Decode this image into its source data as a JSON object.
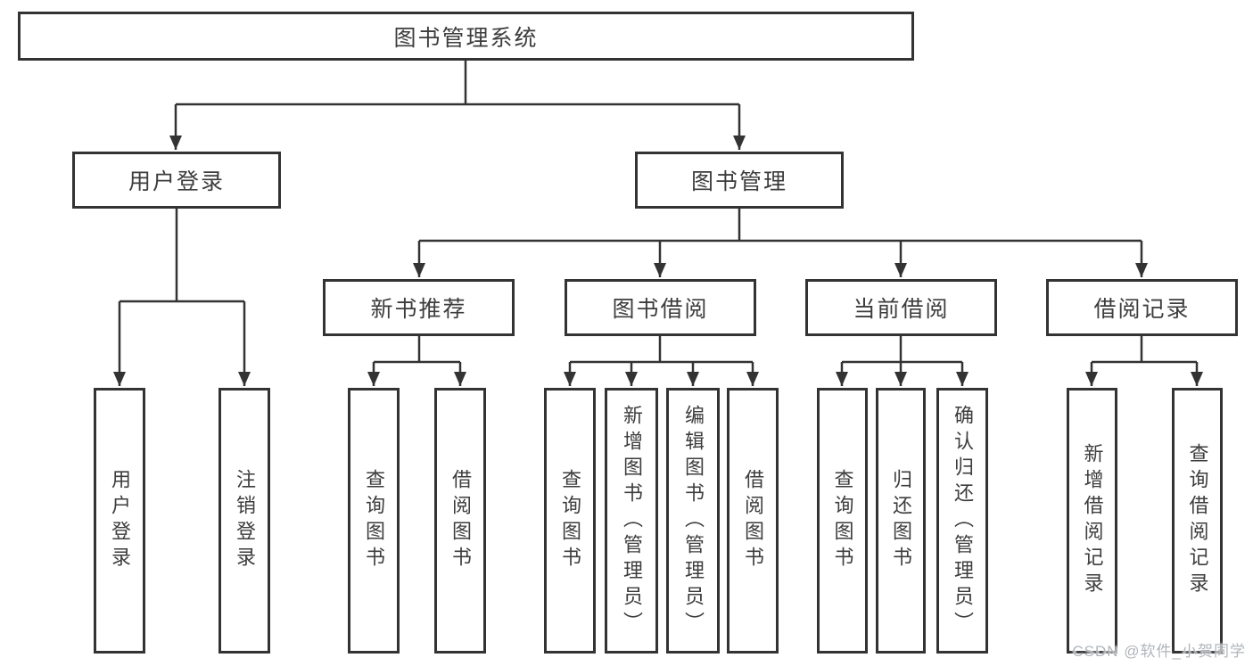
{
  "nodes": {
    "root": "图书管理系统",
    "user_login": "用户登录",
    "book_mgmt": "图书管理",
    "new_books": "新书推荐",
    "book_borrow": "图书借阅",
    "current_borrow": "当前借阅",
    "borrow_records": "借阅记录"
  },
  "leaves": {
    "user_login": [
      "用户登录",
      "注销登录"
    ],
    "new_books": [
      "查询图书",
      "借阅图书"
    ],
    "book_borrow": [
      "查询图书",
      "新增图书（管理员）",
      "编辑图书（管理员）",
      "借阅图书"
    ],
    "current_borrow": [
      "查询图书",
      "归还图书",
      "确认归还（管理员）"
    ],
    "borrow_records": [
      "新增借阅记录",
      "查询借阅记录"
    ]
  },
  "watermark": "CSDN @软件_小贺同学",
  "colors": {
    "line": "#333333",
    "border": "#333333",
    "text": "#3d3d3d",
    "background": "#ffffff",
    "watermark": "#b0b5bb"
  }
}
